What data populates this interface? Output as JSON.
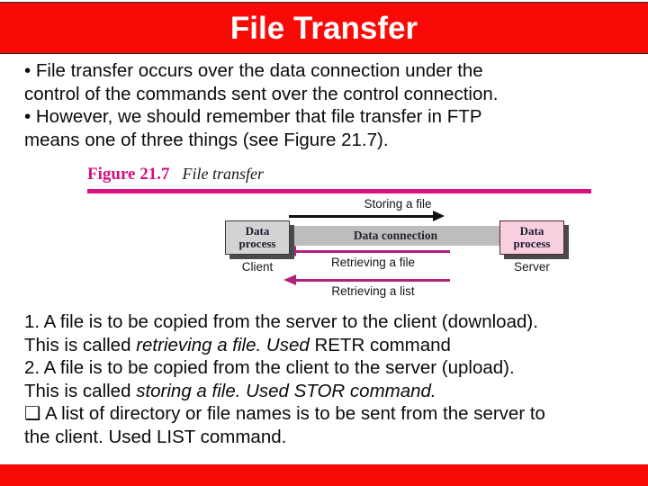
{
  "slide": {
    "title": "File Transfer",
    "title_bg": "#fa0a06",
    "title_color": "#ffffff",
    "footer_bg": "#fa0a06"
  },
  "intro": {
    "lines": [
      "• File transfer occurs over the data connection under the",
      "control of the commands sent over the control connection.",
      "• However, we should remember that file transfer in FTP",
      "means one of three things (see Figure 21.7)."
    ]
  },
  "figure": {
    "label": "Figure 21.7",
    "title": "File transfer",
    "label_color": "#d2107e",
    "rule_color": "#d9117f",
    "diagram": {
      "client": {
        "box_line1": "Data",
        "box_line2": "process",
        "caption": "Client",
        "fill": "#d3d3d3"
      },
      "server": {
        "box_line1": "Data",
        "box_line2": "process",
        "caption": "Server",
        "fill": "#f7cfde"
      },
      "band_label": "Data connection",
      "band_fill": "#bdbdbd",
      "arrows": [
        {
          "label": "Storing a file",
          "direction": "right",
          "color": "#101010"
        },
        {
          "label": "Retrieving a file",
          "direction": "left",
          "color": "#b4217c"
        },
        {
          "label": "Retrieving a list",
          "direction": "left",
          "color": "#b4217c"
        }
      ]
    }
  },
  "notes": {
    "item1_line1": "1. A file is to be copied from the server to the client (download).",
    "item1_prefix": "This is called ",
    "item1_italic": "retrieving a file. Used",
    "item1_suffix": " RETR command",
    "item2_line1": "2. A file is to be copied from the client to the server (upload).",
    "item2_prefix": "This is called ",
    "item2_italic": "storing a file. Used STOR command.",
    "item3_line1": "❑  A list of directory or file names is to be sent from the server to",
    "item3_line2": "the client. Used LIST command."
  }
}
